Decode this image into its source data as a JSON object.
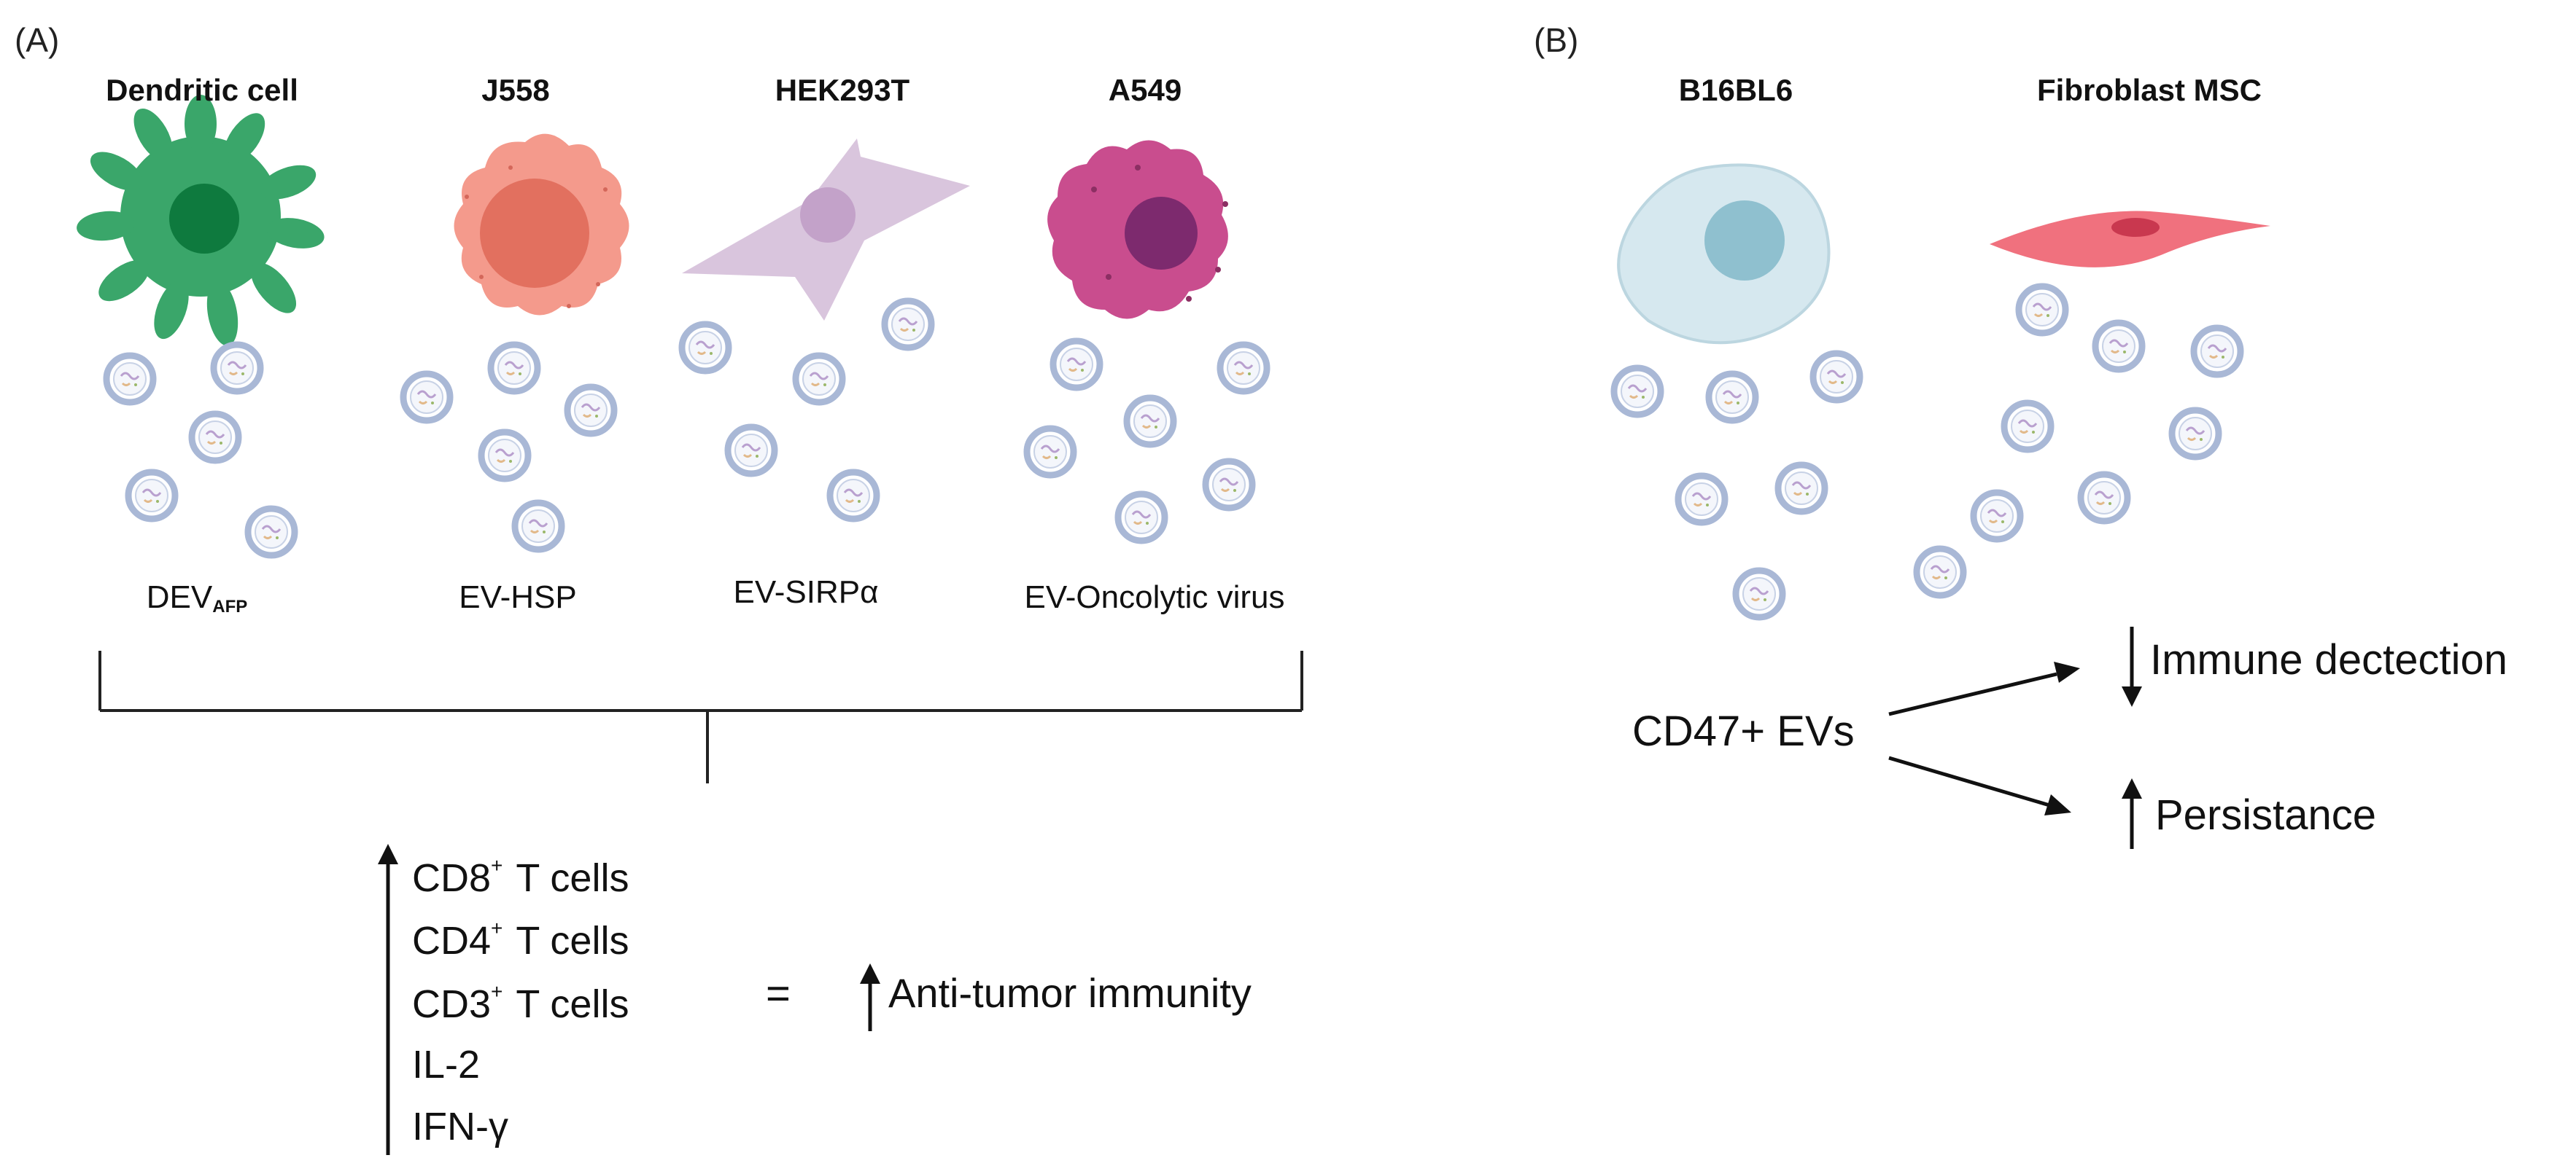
{
  "panel_a": {
    "tag": "(A)",
    "cells": [
      {
        "name": "Dendritic cell",
        "ev_label": "DEV",
        "ev_sub": "AFP"
      },
      {
        "name": "J558",
        "ev_label": "EV-HSP",
        "ev_sub": ""
      },
      {
        "name": "HEK293T",
        "ev_label": "EV-SIRPα",
        "ev_sub": ""
      },
      {
        "name": "A549",
        "ev_label": "EV-Oncolytic virus",
        "ev_sub": ""
      }
    ],
    "outcomes": [
      {
        "base": "CD8",
        "sup": "+",
        "rest": " T cells"
      },
      {
        "base": "CD4",
        "sup": "+",
        "rest": " T cells"
      },
      {
        "base": "CD3",
        "sup": "+",
        "rest": " T cells"
      },
      {
        "base": "IL-2",
        "sup": "",
        "rest": ""
      },
      {
        "base": "IFN-γ",
        "sup": "",
        "rest": ""
      }
    ],
    "equals": "=",
    "result": "Anti-tumor immunity"
  },
  "panel_b": {
    "tag": "(B)",
    "cells": [
      {
        "name": "B16BL6"
      },
      {
        "name": "Fibroblast MSC"
      }
    ],
    "source": "CD47+ EVs",
    "effect_down": "Immune dectection",
    "effect_up": "Persistance"
  },
  "colors": {
    "dendritic": "#3aa66a",
    "dendritic_nucleus": "#0e7a3e",
    "j558": "#f49a8c",
    "j558_nucleus": "#e2705f",
    "hek": "#d9c5dd",
    "hek_nucleus": "#c3a2c9",
    "a549": "#c94d8e",
    "a549_nucleus": "#7d2a6e",
    "b16": "#d6e8ef",
    "b16_nucleus": "#8fc0cf",
    "fibro": "#f0717e",
    "fibro_nucleus": "#c9384f",
    "vesicle_ring": "#a9b8d6",
    "line": "#222222"
  }
}
